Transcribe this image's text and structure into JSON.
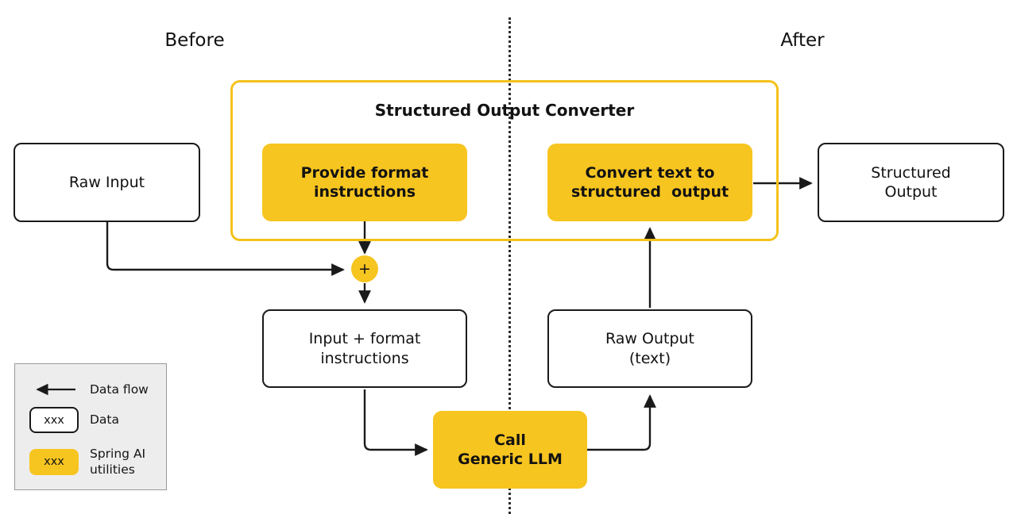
{
  "diagram": {
    "title_left": "Before",
    "title_right": "After",
    "converter": {
      "label": "Structured Output Converter"
    },
    "nodes": {
      "raw_input": "Raw Input",
      "structured_output_l1": "Structured",
      "structured_output_l2": "Output",
      "provide_format_l1": "Provide format",
      "provide_format_l2": "instructions",
      "convert_text_l1": "Convert text to",
      "convert_text_l2": "structured  output",
      "plus": "+",
      "input_format_l1": "Input + format",
      "input_format_l2": "instructions",
      "raw_output_l1": "Raw Output",
      "raw_output_l2": "(text)",
      "call_llm_l1": "Call",
      "call_llm_l2": "Generic LLM"
    },
    "legend": {
      "items": [
        {
          "kind": "arrow",
          "swatch_text": "",
          "label": "Data flow"
        },
        {
          "kind": "data-box",
          "swatch_text": "xxx",
          "label": "Data"
        },
        {
          "kind": "util-box",
          "swatch_text": "xxx",
          "label_l1": "Spring AI",
          "label_l2": "utilities"
        }
      ]
    },
    "colors": {
      "accent_yellow": "#F7C520",
      "frame_yellow": "#F4C21A",
      "line_black": "#1a1a1a",
      "legend_bg": "#ededed",
      "legend_border": "#9a9a9a"
    }
  }
}
